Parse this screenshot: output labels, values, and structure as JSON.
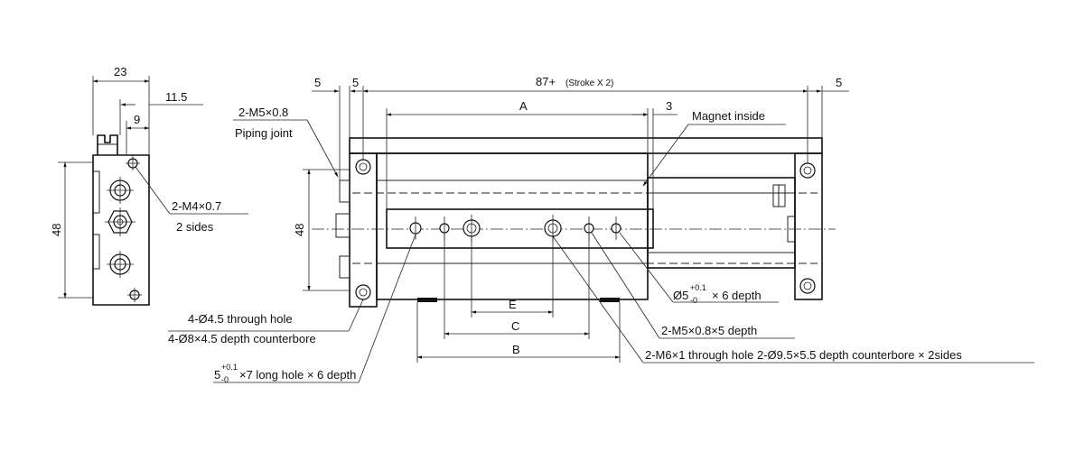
{
  "dims": {
    "side_width": "23",
    "side_offset_1": "11.5",
    "side_offset_2": "9",
    "side_height": "48",
    "front_height": "48",
    "overall_length": "87+",
    "overall_length_note": "(Stroke X 2)",
    "left_end_1": "5",
    "left_end_2": "5",
    "right_end": "5",
    "dim_a": "A",
    "dim_3": "3",
    "dim_e": "E",
    "dim_c": "C",
    "dim_b": "B"
  },
  "callouts": {
    "piping_thread": "2-M5×0.8",
    "piping_label": "Piping joint",
    "magnet": "Magnet inside",
    "side_thread": "2-M4×0.7",
    "side_thread_note": "2 sides",
    "pin_hole_base": "Ø5",
    "pin_hole_tol_upper": "+0.1",
    "pin_hole_tol_lower": "-0",
    "pin_hole_depth": "× 6 depth",
    "thread_depth": "2-M5×0.8×5 depth",
    "through_hole": "2-M6×1 through hole 2-Ø9.5×5.5 depth counterbore × 2sides",
    "mount_hole": "4-Ø4.5 through hole",
    "mount_counterbore": "4-Ø8×4.5 depth counterbore",
    "long_hole_base": "5",
    "long_hole_tol_upper": "+0.1",
    "long_hole_tol_lower": "-0",
    "long_hole_rest": "×7 long hole × 6 depth"
  }
}
